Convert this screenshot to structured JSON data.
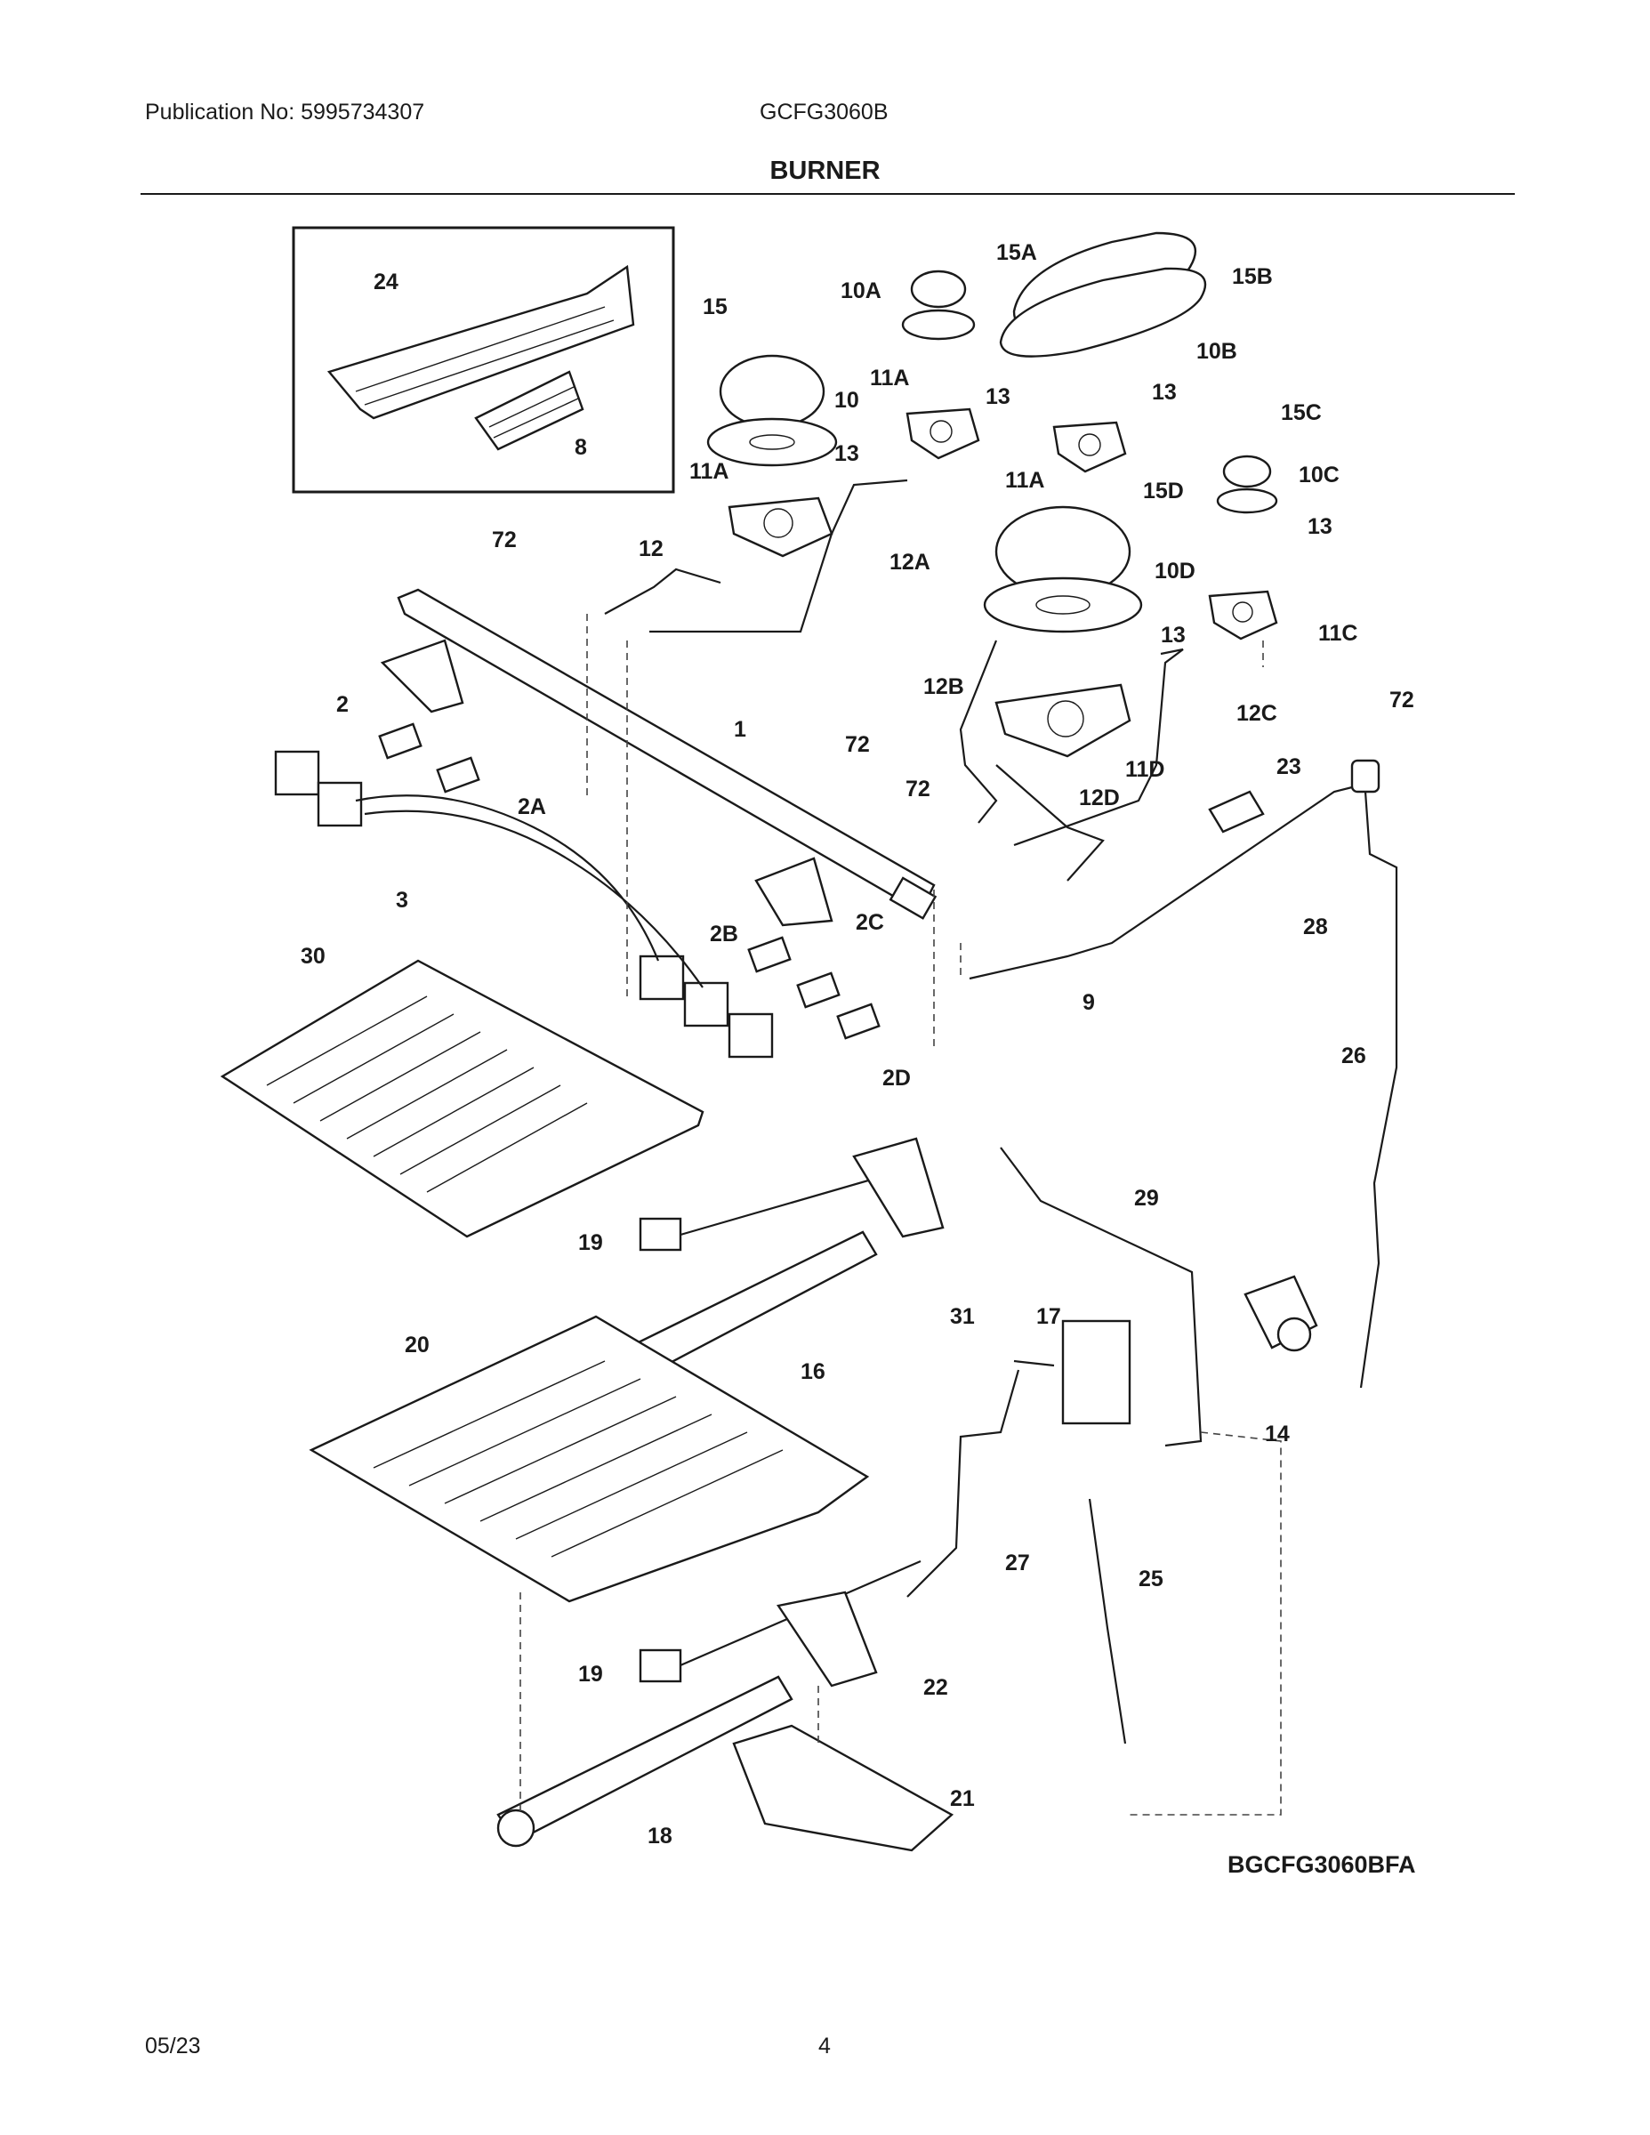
{
  "header": {
    "publication": "Publication No: 5995734307",
    "model": "GCFG3060B",
    "section_title": "BURNER"
  },
  "diagram": {
    "code": "BGCFG3060BFA",
    "callouts": [
      "24",
      "8",
      "15",
      "15A",
      "10A",
      "15B",
      "10",
      "11A",
      "13",
      "10B",
      "13",
      "13",
      "11A",
      "11A",
      "15C",
      "10C",
      "13",
      "15D",
      "72",
      "12",
      "12A",
      "10D",
      "13",
      "11C",
      "12B",
      "12C",
      "72",
      "2",
      "1",
      "72",
      "11D",
      "23",
      "2A",
      "72",
      "12D",
      "3",
      "28",
      "2B",
      "2C",
      "30",
      "9",
      "2D",
      "26",
      "29",
      "19",
      "31",
      "17",
      "20",
      "16",
      "14",
      "27",
      "25",
      "19",
      "22",
      "21",
      "18"
    ]
  },
  "footer": {
    "date": "05/23",
    "page_number": "4"
  }
}
